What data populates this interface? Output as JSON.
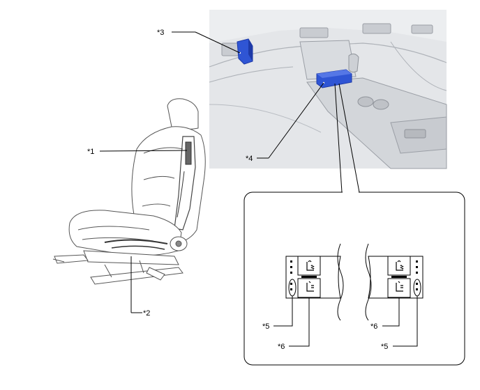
{
  "callouts": {
    "c1": "*1",
    "c2": "*2",
    "c3": "*3",
    "c4": "*4",
    "c5_left": "*5",
    "c6_left": "*6",
    "c6_right": "*6",
    "c5_right": "*5"
  },
  "colors": {
    "highlight": "#2f55d4",
    "highlight_dark": "#1e3aa8",
    "dash_gray": "#e4e6e9",
    "line": "#000000",
    "sketch": "#555555"
  }
}
